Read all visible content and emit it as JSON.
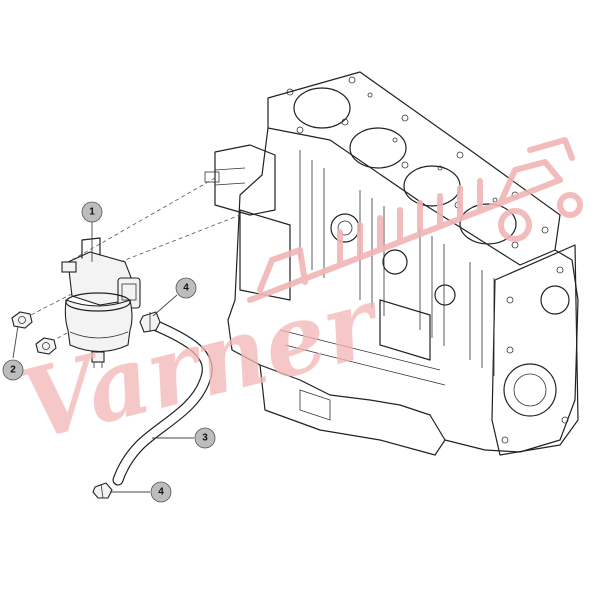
{
  "diagram": {
    "callouts": [
      {
        "id": "c1",
        "label": "1"
      },
      {
        "id": "c2",
        "label": "2"
      },
      {
        "id": "c3",
        "label": "3"
      },
      {
        "id": "c4a",
        "label": "4"
      },
      {
        "id": "c4b",
        "label": "4"
      }
    ],
    "watermark": {
      "text": "Varner",
      "color": "#f2b5b5"
    }
  }
}
